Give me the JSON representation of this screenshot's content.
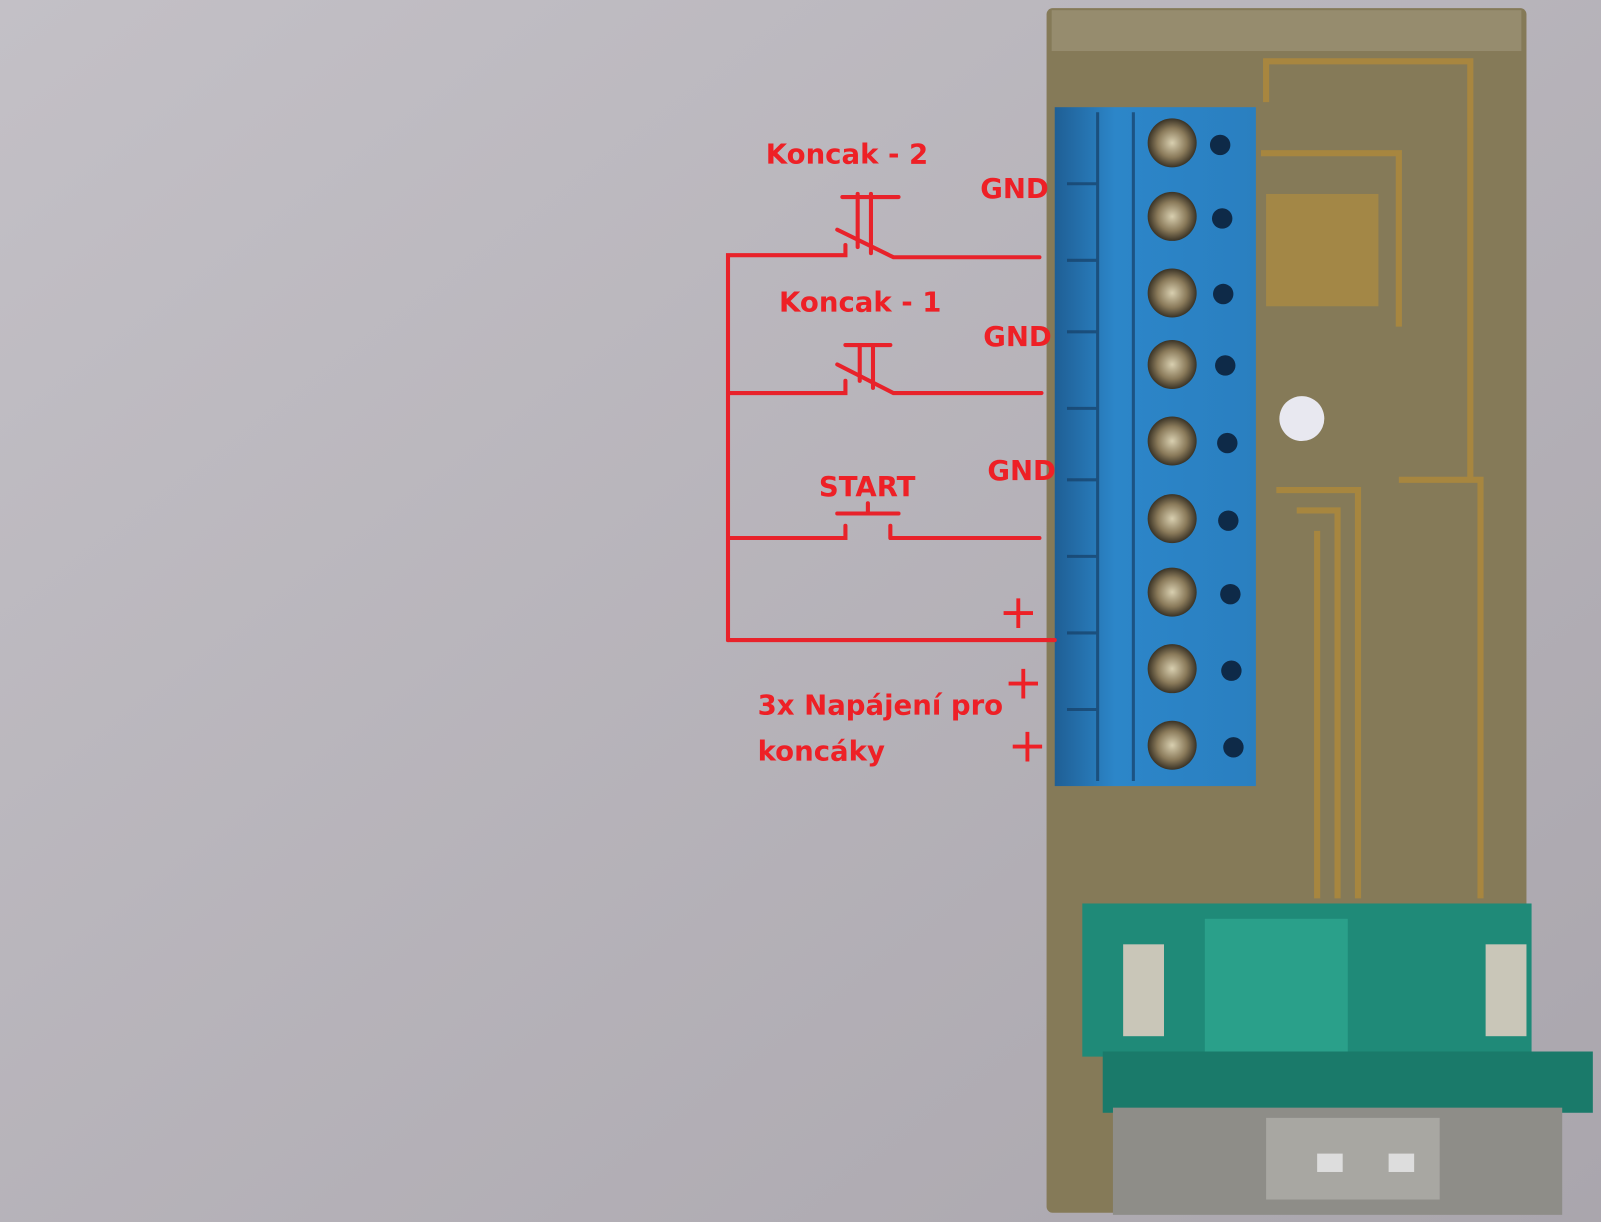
{
  "annotations": {
    "switch_2": "Koncak - 2",
    "switch_1": "Koncak - 1",
    "start": "START",
    "gnd_1": "GND",
    "gnd_2": "GND",
    "gnd_3": "GND",
    "plus_1": "+",
    "plus_2": "+",
    "plus_3": "+",
    "power_line1": "3x Napájení pro",
    "power_line2": "koncáky"
  },
  "colors": {
    "annotation": "#ee2026",
    "terminal_block": "#2f86c8",
    "pcb": "#8a7e5a",
    "connector": "#1f8a78",
    "background": "#b9b6bd"
  }
}
